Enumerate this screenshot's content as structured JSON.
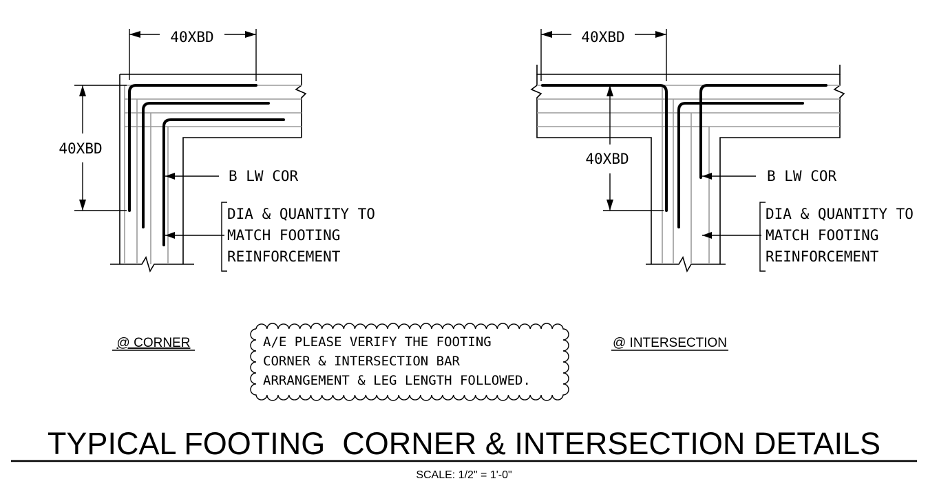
{
  "corner_detail": {
    "dim_top": "40XBD",
    "dim_left": "40XBD",
    "note_bars": "B LW COR",
    "note_dia": [
      "DIA & QUANTITY TO",
      "MATCH FOOTING",
      "REINFORCEMENT"
    ],
    "caption": "@ CORNER"
  },
  "intersection_detail": {
    "dim_top": "40XBD",
    "dim_vertical": "40XBD",
    "note_bars": "B LW COR",
    "note_dia": [
      "DIA & QUANTITY TO",
      "MATCH FOOTING",
      "REINFORCEMENT"
    ],
    "caption": "@ INTERSECTION"
  },
  "review_cloud": {
    "lines": [
      "A/E PLEASE VERIFY THE FOOTING",
      "CORNER & INTERSECTION BAR",
      "ARRANGEMENT & LEG LENGTH FOLLOWED."
    ]
  },
  "title": {
    "main": "TYPICAL FOOTING  CORNER & INTERSECTION DETAILS",
    "scale": "SCALE: 1/2\" = 1'-0\""
  }
}
